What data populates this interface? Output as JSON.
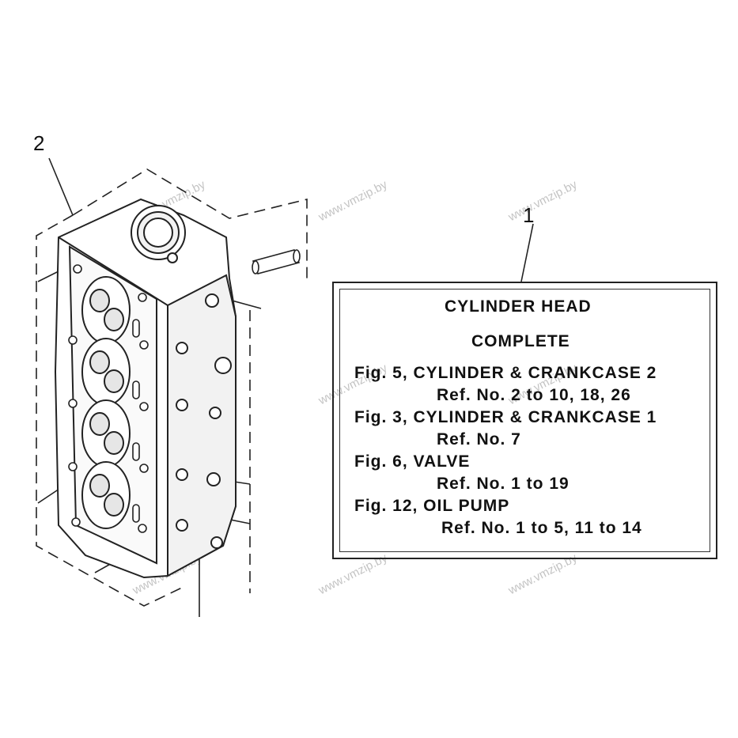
{
  "callouts": {
    "part_1": "1",
    "part_2": "2"
  },
  "reference_box": {
    "title_line1": "CYLINDER HEAD",
    "title_line2": "COMPLETE",
    "lines": [
      "Fig. 5, CYLINDER & CRANKCASE 2",
      "Ref. No. 2 to 10, 18, 26",
      "Fig. 3, CYLINDER & CRANKCASE 1",
      "Ref. No. 7",
      "Fig. 6, VALVE",
      "Ref. No. 1 to 19",
      "Fig. 12, OIL PUMP",
      "Ref. No. 1 to 5, 11 to 14"
    ]
  },
  "watermark": "www.vmzip.by"
}
